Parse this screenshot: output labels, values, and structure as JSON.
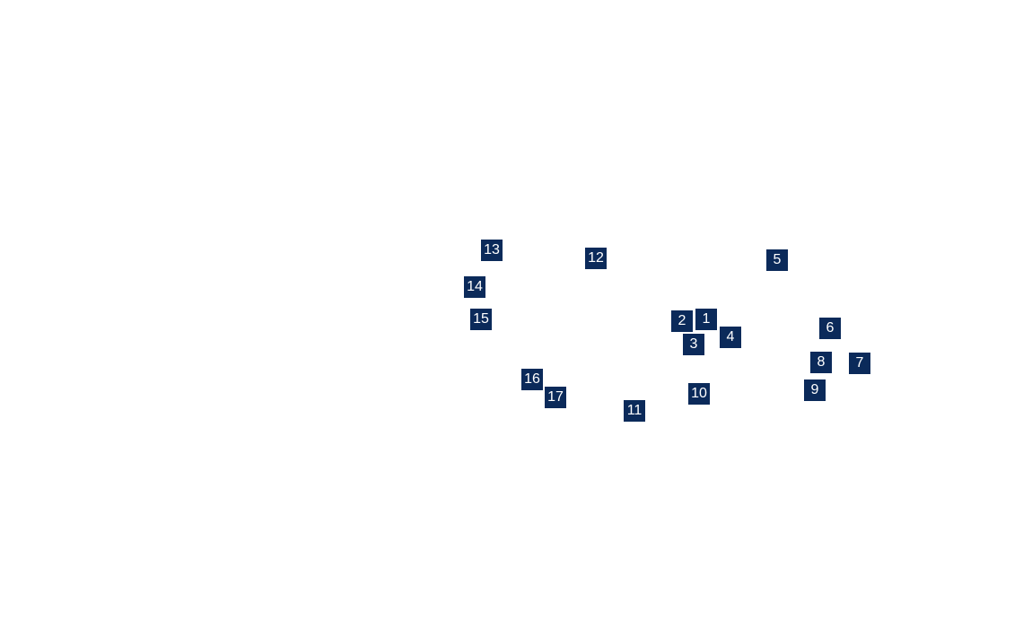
{
  "map": {
    "marker_color": "#0b2a5a",
    "markers": [
      {
        "label": "1"
      },
      {
        "label": "2"
      },
      {
        "label": "3"
      },
      {
        "label": "4"
      },
      {
        "label": "5"
      },
      {
        "label": "6"
      },
      {
        "label": "7"
      },
      {
        "label": "8"
      },
      {
        "label": "9"
      },
      {
        "label": "10"
      },
      {
        "label": "11"
      },
      {
        "label": "12"
      },
      {
        "label": "13"
      },
      {
        "label": "14"
      },
      {
        "label": "15"
      },
      {
        "label": "16"
      },
      {
        "label": "17"
      }
    ]
  }
}
